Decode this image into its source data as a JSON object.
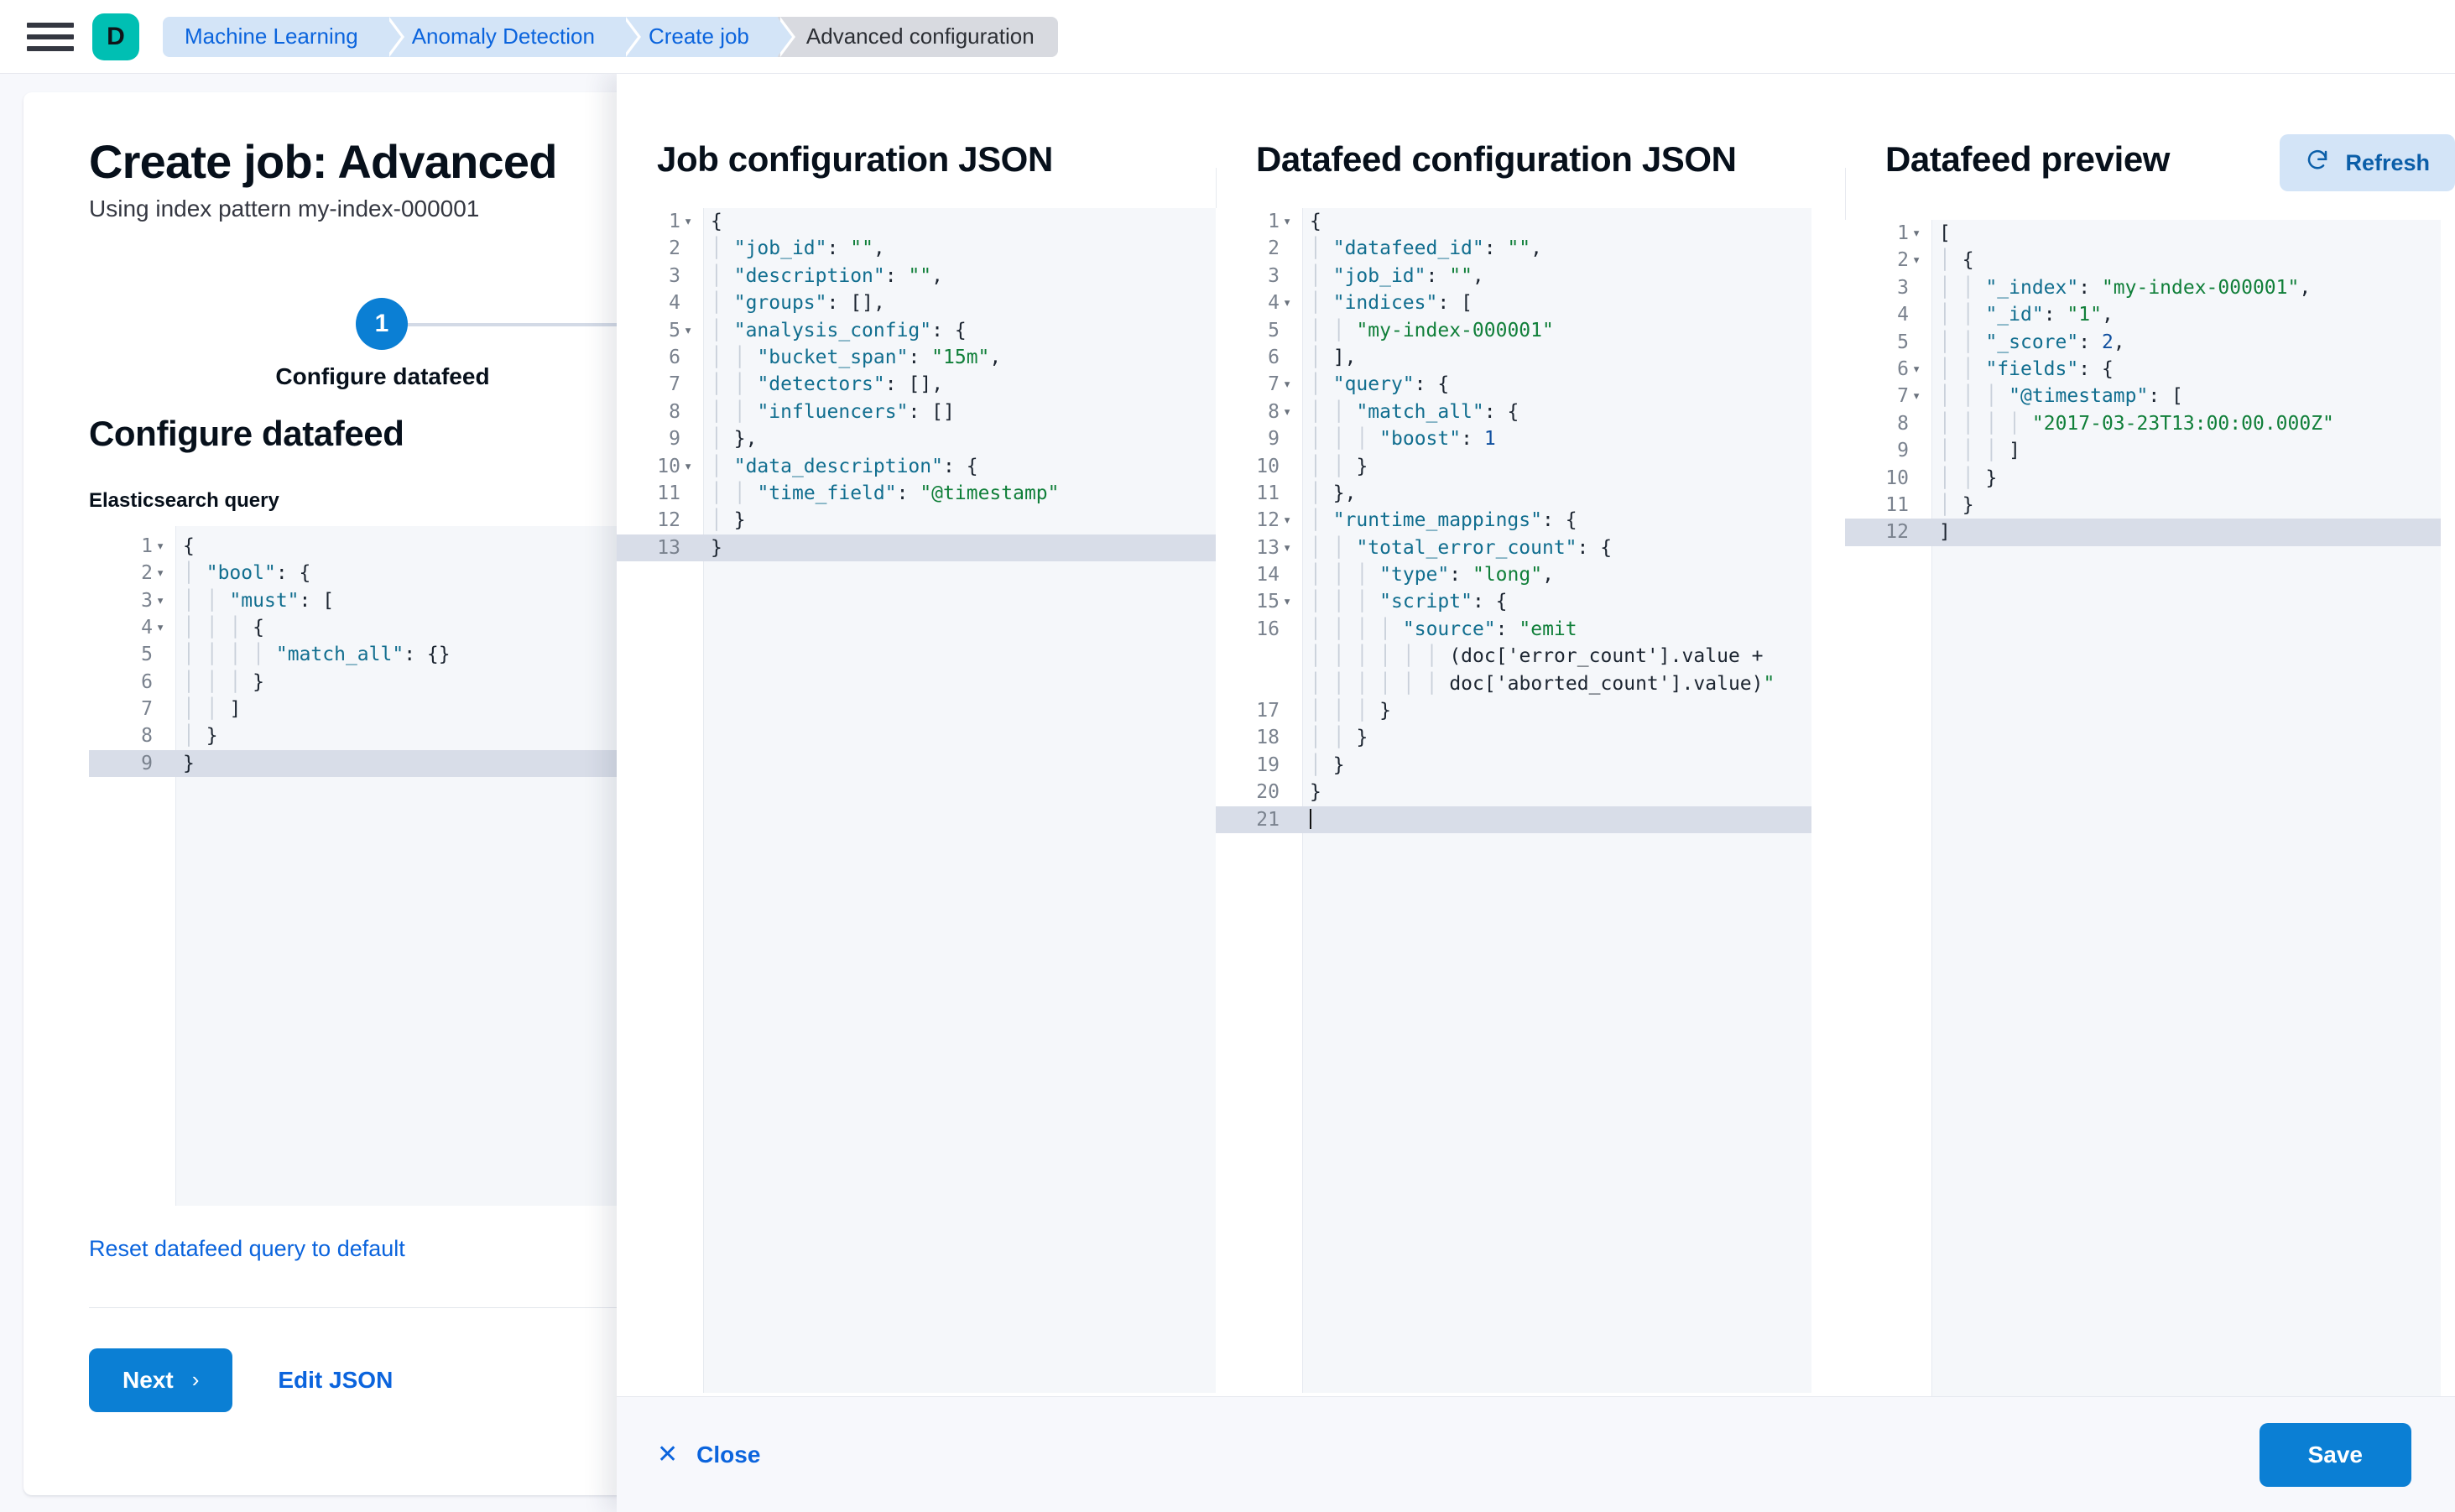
{
  "topbar": {
    "menu_icon": "hamburger-icon",
    "avatar_letter": "D",
    "avatar_color": "#00bfb3",
    "breadcrumbs": [
      {
        "label": "Machine Learning",
        "current": false
      },
      {
        "label": "Anomaly Detection",
        "current": false
      },
      {
        "label": "Create job",
        "current": false
      },
      {
        "label": "Advanced configuration",
        "current": true
      }
    ]
  },
  "left": {
    "title": "Create job: Advanced",
    "subtitle": "Using index pattern my-index-000001",
    "step_number": "1",
    "step_label": "Configure datafeed",
    "section_title": "Configure datafeed",
    "query_label": "Elasticsearch query",
    "reset_link": "Reset datafeed query to default",
    "next_label": "Next",
    "next_chevron": "›",
    "edit_json_label": "Edit JSON",
    "query_editor": {
      "active_line": 9,
      "lines": [
        {
          "n": "1",
          "fold": true,
          "code": "{"
        },
        {
          "n": "2",
          "fold": true,
          "code": "  \"bool\": {"
        },
        {
          "n": "3",
          "fold": true,
          "code": "    \"must\": ["
        },
        {
          "n": "4",
          "fold": true,
          "code": "      {"
        },
        {
          "n": "5",
          "fold": false,
          "code": "        \"match_all\": {}"
        },
        {
          "n": "6",
          "fold": false,
          "code": "      }"
        },
        {
          "n": "7",
          "fold": false,
          "code": "    ]"
        },
        {
          "n": "8",
          "fold": false,
          "code": "  }"
        },
        {
          "n": "9",
          "fold": false,
          "code": "}"
        }
      ]
    }
  },
  "flyout": {
    "job_column": {
      "title": "Job configuration JSON",
      "editor": {
        "active_line": 13,
        "lines": [
          {
            "n": "1",
            "fold": true,
            "code": "{"
          },
          {
            "n": "2",
            "fold": false,
            "code": "  \"job_id\": \"\","
          },
          {
            "n": "3",
            "fold": false,
            "code": "  \"description\": \"\","
          },
          {
            "n": "4",
            "fold": false,
            "code": "  \"groups\": [],"
          },
          {
            "n": "5",
            "fold": true,
            "code": "  \"analysis_config\": {"
          },
          {
            "n": "6",
            "fold": false,
            "code": "    \"bucket_span\": \"15m\","
          },
          {
            "n": "7",
            "fold": false,
            "code": "    \"detectors\": [],"
          },
          {
            "n": "8",
            "fold": false,
            "code": "    \"influencers\": []"
          },
          {
            "n": "9",
            "fold": false,
            "code": "  },"
          },
          {
            "n": "10",
            "fold": true,
            "code": "  \"data_description\": {"
          },
          {
            "n": "11",
            "fold": false,
            "code": "    \"time_field\": \"@timestamp\""
          },
          {
            "n": "12",
            "fold": false,
            "code": "  }"
          },
          {
            "n": "13",
            "fold": false,
            "code": "}"
          }
        ]
      }
    },
    "datafeed_column": {
      "title": "Datafeed configuration JSON",
      "editor": {
        "active_line": 21,
        "lines": [
          {
            "n": "1",
            "fold": true,
            "code": "{"
          },
          {
            "n": "2",
            "fold": false,
            "code": "  \"datafeed_id\": \"\","
          },
          {
            "n": "3",
            "fold": false,
            "code": "  \"job_id\": \"\","
          },
          {
            "n": "4",
            "fold": true,
            "code": "  \"indices\": ["
          },
          {
            "n": "5",
            "fold": false,
            "code": "    \"my-index-000001\""
          },
          {
            "n": "6",
            "fold": false,
            "code": "  ],"
          },
          {
            "n": "7",
            "fold": true,
            "code": "  \"query\": {"
          },
          {
            "n": "8",
            "fold": true,
            "code": "    \"match_all\": {"
          },
          {
            "n": "9",
            "fold": false,
            "code": "      \"boost\": 1"
          },
          {
            "n": "10",
            "fold": false,
            "code": "    }"
          },
          {
            "n": "11",
            "fold": false,
            "code": "  },"
          },
          {
            "n": "12",
            "fold": true,
            "code": "  \"runtime_mappings\": {"
          },
          {
            "n": "13",
            "fold": true,
            "code": "    \"total_error_count\": {"
          },
          {
            "n": "14",
            "fold": false,
            "code": "      \"type\": \"long\","
          },
          {
            "n": "15",
            "fold": true,
            "code": "      \"script\": {"
          },
          {
            "n": "16",
            "fold": false,
            "code": "        \"source\": \"emit(doc['error_count'].value + doc['aborted_count'].value)\"",
            "wrap": 3
          },
          {
            "n": "17",
            "fold": false,
            "code": "      }"
          },
          {
            "n": "18",
            "fold": false,
            "code": "    }"
          },
          {
            "n": "19",
            "fold": false,
            "code": "  }"
          },
          {
            "n": "20",
            "fold": false,
            "code": "}"
          },
          {
            "n": "21",
            "fold": false,
            "code": "",
            "caret": true
          }
        ]
      }
    },
    "preview_column": {
      "title": "Datafeed preview",
      "refresh_label": "Refresh",
      "refresh_icon": "refresh-icon",
      "editor": {
        "active_line": 12,
        "lines": [
          {
            "n": "1",
            "fold": true,
            "code": "["
          },
          {
            "n": "2",
            "fold": true,
            "code": "  {"
          },
          {
            "n": "3",
            "fold": false,
            "code": "    \"_index\": \"my-index-000001\","
          },
          {
            "n": "4",
            "fold": false,
            "code": "    \"_id\": \"1\","
          },
          {
            "n": "5",
            "fold": false,
            "code": "    \"_score\": 2,"
          },
          {
            "n": "6",
            "fold": true,
            "code": "    \"fields\": {"
          },
          {
            "n": "7",
            "fold": true,
            "code": "      \"@timestamp\": ["
          },
          {
            "n": "8",
            "fold": false,
            "code": "        \"2017-03-23T13:00:00.000Z\""
          },
          {
            "n": "9",
            "fold": false,
            "code": "      ]"
          },
          {
            "n": "10",
            "fold": false,
            "code": "    }"
          },
          {
            "n": "11",
            "fold": false,
            "code": "  }"
          },
          {
            "n": "12",
            "fold": false,
            "code": "]"
          }
        ]
      }
    },
    "footer": {
      "close_label": "Close",
      "close_icon": "close-x-icon",
      "save_label": "Save"
    }
  },
  "colors": {
    "accent_blue": "#0b7fd4",
    "link_blue": "#0b64dd",
    "brand_teal": "#00bfb3",
    "json_key": "#116e8f",
    "json_string": "#107f39",
    "json_number": "#0f4f9e"
  }
}
